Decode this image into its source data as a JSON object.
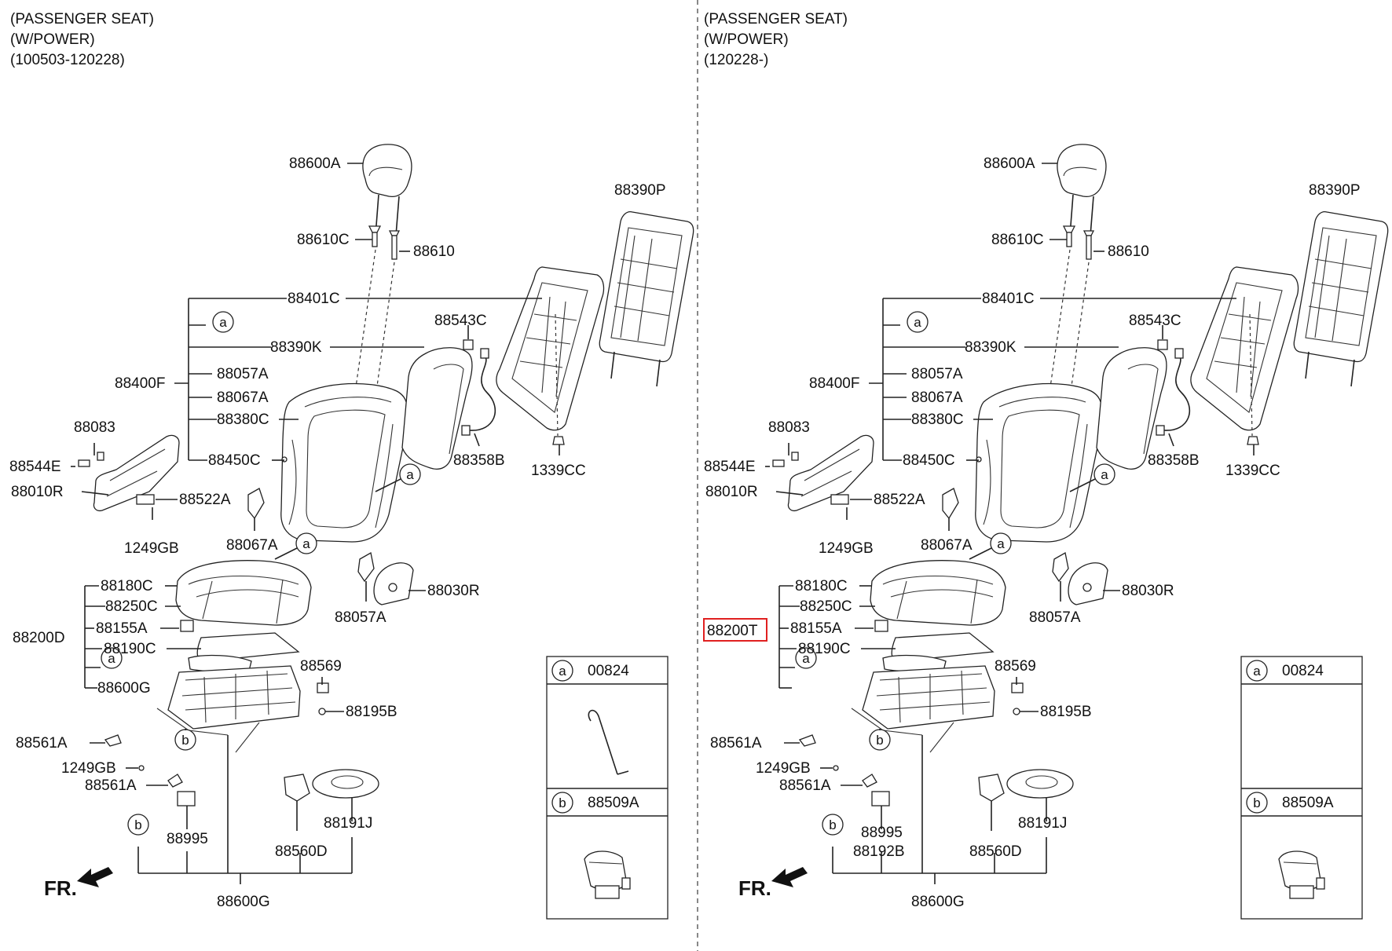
{
  "left_panel": {
    "header": [
      "(PASSENGER SEAT)",
      "(W/POWER)",
      "(100503-120228)"
    ],
    "labels": {
      "headrest": "88600A",
      "guide_c": "88610C",
      "guide": "88610",
      "back_assy": "88401C",
      "back_cover": "88390K",
      "back_pad": "88400F",
      "trim_a": "88057A",
      "trim_b": "88067A",
      "cover_c": "88380C",
      "cover_d": "88450C",
      "back_board": "88390P",
      "bracket": "88543C",
      "wire": "88358B",
      "nut": "1339CC",
      "clip_83": "88083",
      "clip_e": "88544E",
      "shield": "88010R",
      "switch": "88522A",
      "bolt": "1249GB",
      "lever": "88067A",
      "cushion_c": "88180C",
      "cushion_d": "88250C",
      "module": "88155A",
      "mat": "88190C",
      "cushion_assy": "88200D",
      "track": "88600G",
      "knob": "88057A",
      "cover_r": "88030R",
      "latch": "88569",
      "screw": "88195B",
      "clip_561": "88561A",
      "bolt_b": "1249GB",
      "clip_561b": "88561A",
      "motor_unit": "88995",
      "pump": "88560D",
      "lumbar": "88191J",
      "frame": "88600G"
    },
    "callouts": [
      "a",
      "a",
      "a",
      "a",
      "b",
      "b"
    ],
    "fr_label": "FR."
  },
  "right_panel": {
    "header": [
      "(PASSENGER SEAT)",
      "(W/POWER)",
      "(120228-)"
    ],
    "labels": {
      "headrest": "88600A",
      "guide_c": "88610C",
      "guide": "88610",
      "back_assy": "88401C",
      "back_cover": "88390K",
      "back_pad": "88400F",
      "trim_a": "88057A",
      "trim_b": "88067A",
      "cover_c": "88380C",
      "cover_d": "88450C",
      "back_board": "88390P",
      "bracket": "88543C",
      "wire": "88358B",
      "nut": "1339CC",
      "clip_83": "88083",
      "clip_e": "88544E",
      "shield": "88010R",
      "switch": "88522A",
      "bolt": "1249GB",
      "lever": "88067A",
      "cushion_c": "88180C",
      "cushion_d": "88250C",
      "module": "88155A",
      "mat": "88190C",
      "cushion_assy": "88200T",
      "knob": "88057A",
      "cover_r": "88030R",
      "latch": "88569",
      "screw": "88195B",
      "clip_561": "88561A",
      "bolt_b": "1249GB",
      "clip_561b": "88561A",
      "motor_unit": "88995",
      "motor_b": "88192B",
      "pump": "88560D",
      "lumbar": "88191J",
      "frame": "88600G"
    },
    "callouts": [
      "a",
      "a",
      "a",
      "a",
      "b",
      "b"
    ],
    "fr_label": "FR."
  },
  "legend_box": {
    "row_a_letter": "a",
    "row_a_code": "00824",
    "row_b_letter": "b",
    "row_b_code": "88509A"
  },
  "highlight_color": "#e02020"
}
